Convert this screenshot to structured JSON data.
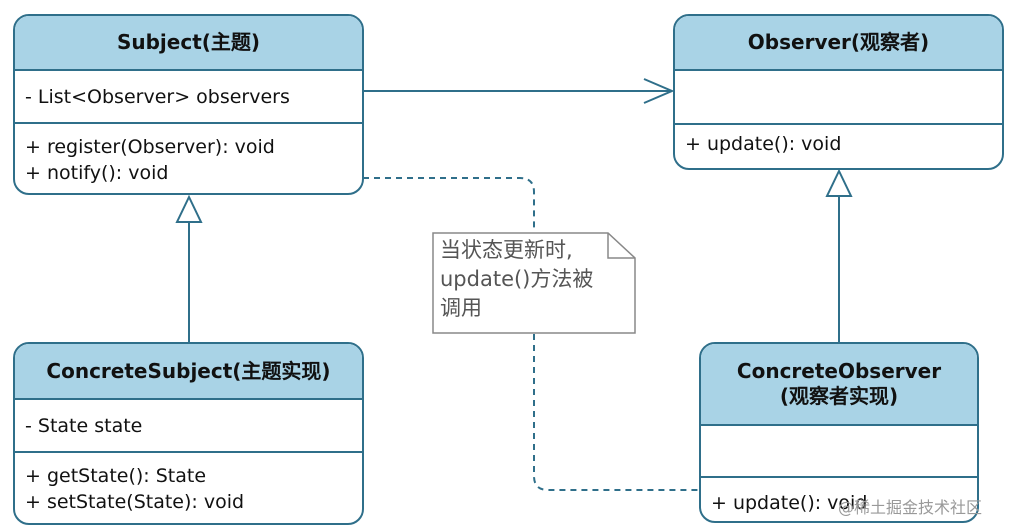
{
  "classes": {
    "subject": {
      "name": "Subject(主题)",
      "attributes": [
        "- List<Observer> observers"
      ],
      "operations": [
        "+ register(Observer): void",
        "+ notify(): void"
      ]
    },
    "observer": {
      "name": "Observer(观察者)",
      "attributes": [],
      "operations": [
        "+ update(): void"
      ]
    },
    "concrete_subject": {
      "name": "ConcreteSubject(主题实现)",
      "attributes": [
        "- State state"
      ],
      "operations": [
        "+ getState(): State",
        "+ setState(State): void"
      ]
    },
    "concrete_observer": {
      "name_line1": "ConcreteObserver",
      "name_line2": "(观察者实现)",
      "attributes": [],
      "operations": [
        "+ update(): void"
      ]
    }
  },
  "note": {
    "line1": "当状态更新时,",
    "line2": "update()方法被",
    "line3": "调用"
  },
  "watermark": "@稀土掘金技术社区",
  "colors": {
    "header_fill": "#a9d3e6",
    "border": "#2f6f8a",
    "note_border": "#888888"
  },
  "relations": [
    {
      "from": "Subject(主题)",
      "to": "Observer(观察者)",
      "type": "association"
    },
    {
      "from": "ConcreteSubject(主题实现)",
      "to": "Subject(主题)",
      "type": "generalization"
    },
    {
      "from": "ConcreteObserver",
      "to": "Observer(观察者)",
      "type": "generalization"
    }
  ]
}
